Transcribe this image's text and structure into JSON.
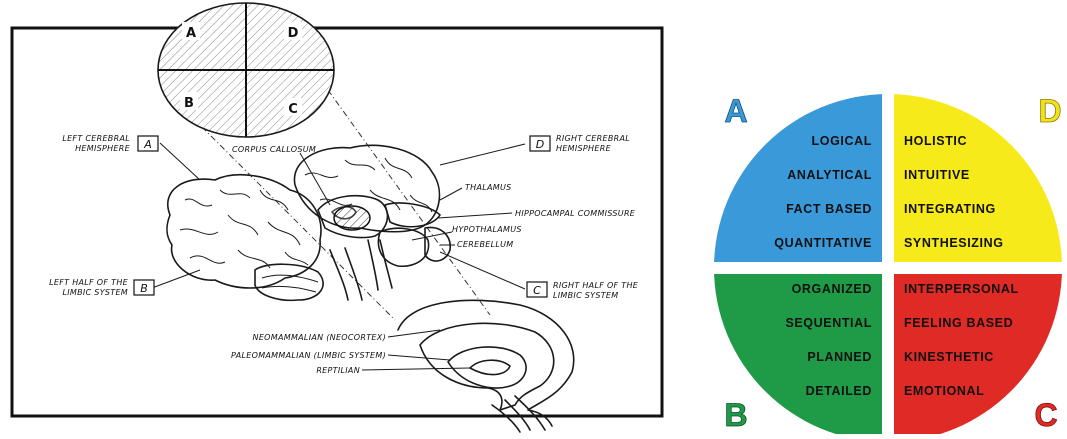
{
  "left_figure": {
    "circle_quadrants": {
      "a": "A",
      "d": "D",
      "b": "B",
      "c": "C"
    },
    "boxes": {
      "a": "A",
      "d": "D",
      "b": "B",
      "c": "C"
    },
    "labels": {
      "left_cerebral_1": "LEFT CEREBRAL",
      "left_cerebral_2": "HEMISPHERE",
      "right_cerebral_1": "RIGHT CEREBRAL",
      "right_cerebral_2": "HEMISPHERE",
      "left_limbic_1": "LEFT HALF OF THE",
      "left_limbic_2": "LIMBIC SYSTEM",
      "right_limbic_1": "RIGHT HALF OF THE",
      "right_limbic_2": "LIMBIC SYSTEM",
      "corpus_callosum": "CORPUS CALLOSUM",
      "thalamus": "THALAMUS",
      "hippocampal_commissure": "HIPPOCAMPAL COMMISSURE",
      "hypothalamus": "HYPOTHALAMUS",
      "cerebellum": "CEREBELLUM",
      "neomammalian": "NEOMAMMALIAN (NEOCORTEX)",
      "paleomammalian": "PALEOMAMMALIAN (LIMBIC SYSTEM)",
      "reptilian": "REPTILIAN"
    }
  },
  "right_figure": {
    "colors": {
      "a": "#3a9ad9",
      "d": "#f7ea1a",
      "b": "#1f9b48",
      "c": "#e02a25",
      "corner_a": "#3a9ad9",
      "corner_d": "#f2e21a",
      "corner_b": "#1f9b48",
      "corner_c": "#e02a25"
    },
    "corner_letters": {
      "a": "A",
      "d": "D",
      "b": "B",
      "c": "C"
    },
    "quadrant_a": [
      "LOGICAL",
      "ANALYTICAL",
      "FACT BASED",
      "QUANTITATIVE"
    ],
    "quadrant_d": [
      "HOLISTIC",
      "INTUITIVE",
      "INTEGRATING",
      "SYNTHESIZING"
    ],
    "quadrant_b": [
      "ORGANIZED",
      "SEQUENTIAL",
      "PLANNED",
      "DETAILED"
    ],
    "quadrant_c": [
      "INTERPERSONAL",
      "FEELING BASED",
      "KINESTHETIC",
      "EMOTIONAL"
    ]
  }
}
